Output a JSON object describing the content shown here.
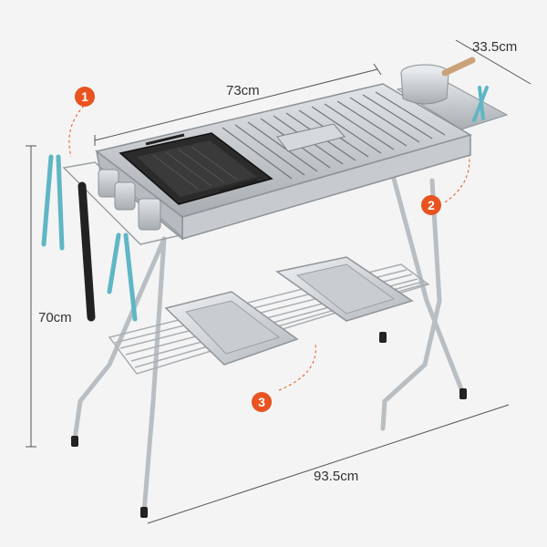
{
  "dimensions": {
    "length": "73cm",
    "width": "33.5cm",
    "height": "70cm",
    "overall_length": "93.5cm"
  },
  "callouts": [
    "1",
    "2",
    "3"
  ],
  "colors": {
    "background": "#f4f4f4",
    "badge": "#e8531f",
    "steel": "#b9bec3",
    "dark_steel": "#7d8388",
    "grill_pan": "#2b2b2b",
    "accent_handle": "#5fb6c4"
  }
}
